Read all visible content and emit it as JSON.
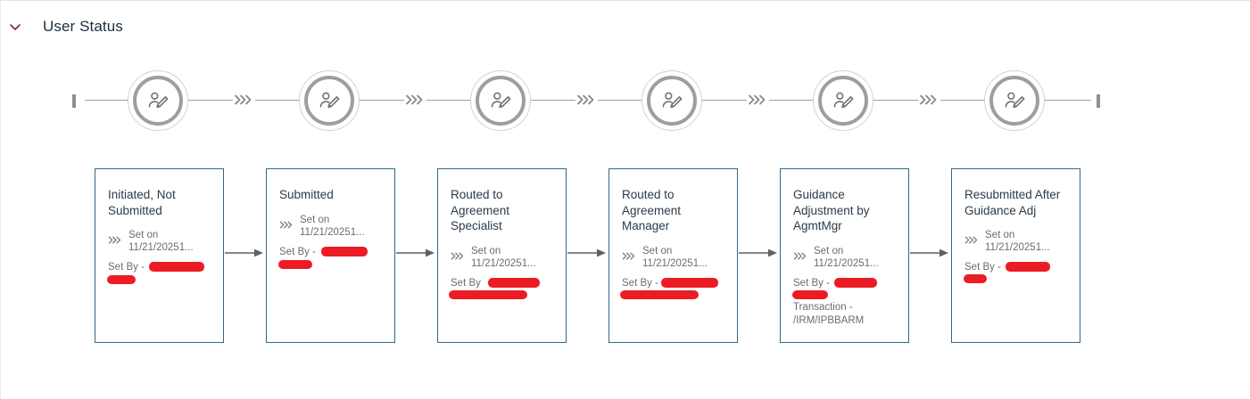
{
  "header": {
    "title": "User Status",
    "collapse_icon": "chevron-down-icon",
    "chevron_color": "#8b2331"
  },
  "timeline": {
    "start_cap": "|",
    "end_cap": "|",
    "separator_icon": "triple-chevron-right-icon",
    "node_icon": "user-edit-icon",
    "node_count": 6,
    "line_color": "#9aa0a6",
    "ring_color": "#9a9fa4"
  },
  "cards": [
    {
      "title": "Initiated, Not Submitted",
      "set_on_label": "Set on",
      "set_on_value": "11/21/20251...",
      "set_by": "Set By -",
      "set_by_redacted": true,
      "transaction": null
    },
    {
      "title": "Submitted",
      "set_on_label": "Set on",
      "set_on_value": "11/21/20251...",
      "set_by": "Set By -",
      "set_by_redacted": true,
      "transaction": null
    },
    {
      "title": "Routed to Agreement Specialist",
      "set_on_label": "Set on",
      "set_on_value": "11/21/20251...",
      "set_by": "Set By",
      "set_by_redacted": true,
      "transaction": null
    },
    {
      "title": "Routed to Agreement Manager",
      "set_on_label": "Set on",
      "set_on_value": "11/21/20251...",
      "set_by": "Set By -",
      "set_by_redacted": true,
      "transaction": null
    },
    {
      "title": "Guidance Adjustment by AgmtMgr",
      "set_on_label": "Set on",
      "set_on_value": "11/21/20251...",
      "set_by": "Set By -",
      "set_by_redacted": true,
      "transaction": "Transaction - /IRM/IPBBARM"
    },
    {
      "title": "Resubmitted After Guidance Adj",
      "set_on_label": "Set on",
      "set_on_value": "11/21/20251...",
      "set_by": "Set By -",
      "set_by_redacted": true,
      "transaction": null
    }
  ],
  "colors": {
    "card_border": "#2d6a8a",
    "redaction": "#ec1c24",
    "text_primary": "#2b3a47",
    "text_secondary": "#6a6d70"
  }
}
